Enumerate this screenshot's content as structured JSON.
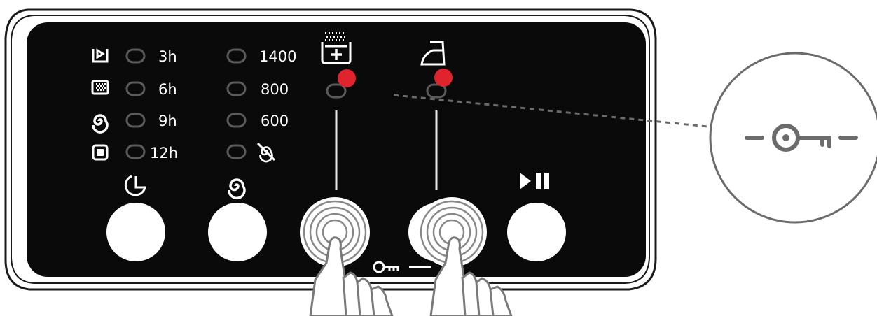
{
  "timer_options": [
    {
      "icon": "prewash-play-icon",
      "label": "3h"
    },
    {
      "icon": "wash-tub-icon",
      "label": "6h"
    },
    {
      "icon": "spin-spiral-icon",
      "label": "9h"
    },
    {
      "icon": "stop-square-icon",
      "label": "12h"
    }
  ],
  "spin_options": [
    {
      "label": "1400"
    },
    {
      "label": "800"
    },
    {
      "label": "600"
    },
    {
      "label": "",
      "icon": "no-spin-icon"
    }
  ],
  "buttons": {
    "timer": {
      "icon": "timer-clock-icon"
    },
    "spin": {
      "icon": "spin-spiral-icon"
    },
    "extra_rinse": {
      "icon": "extra-rinse-icon",
      "indicator_on": true
    },
    "easy_iron": {
      "icon": "iron-icon",
      "indicator_on": true
    },
    "start_pause": {
      "icon": "play-pause-icon"
    }
  },
  "child_lock": {
    "icon": "key-icon",
    "gesture": "press-both-buttons-icon"
  },
  "colors": {
    "panel": "#0a0a0a",
    "frame": "#1a1a1a",
    "indicator_on": "#e0242e",
    "indicator_off": "#5a5a5a",
    "leader_line": "#6b6b6b"
  }
}
